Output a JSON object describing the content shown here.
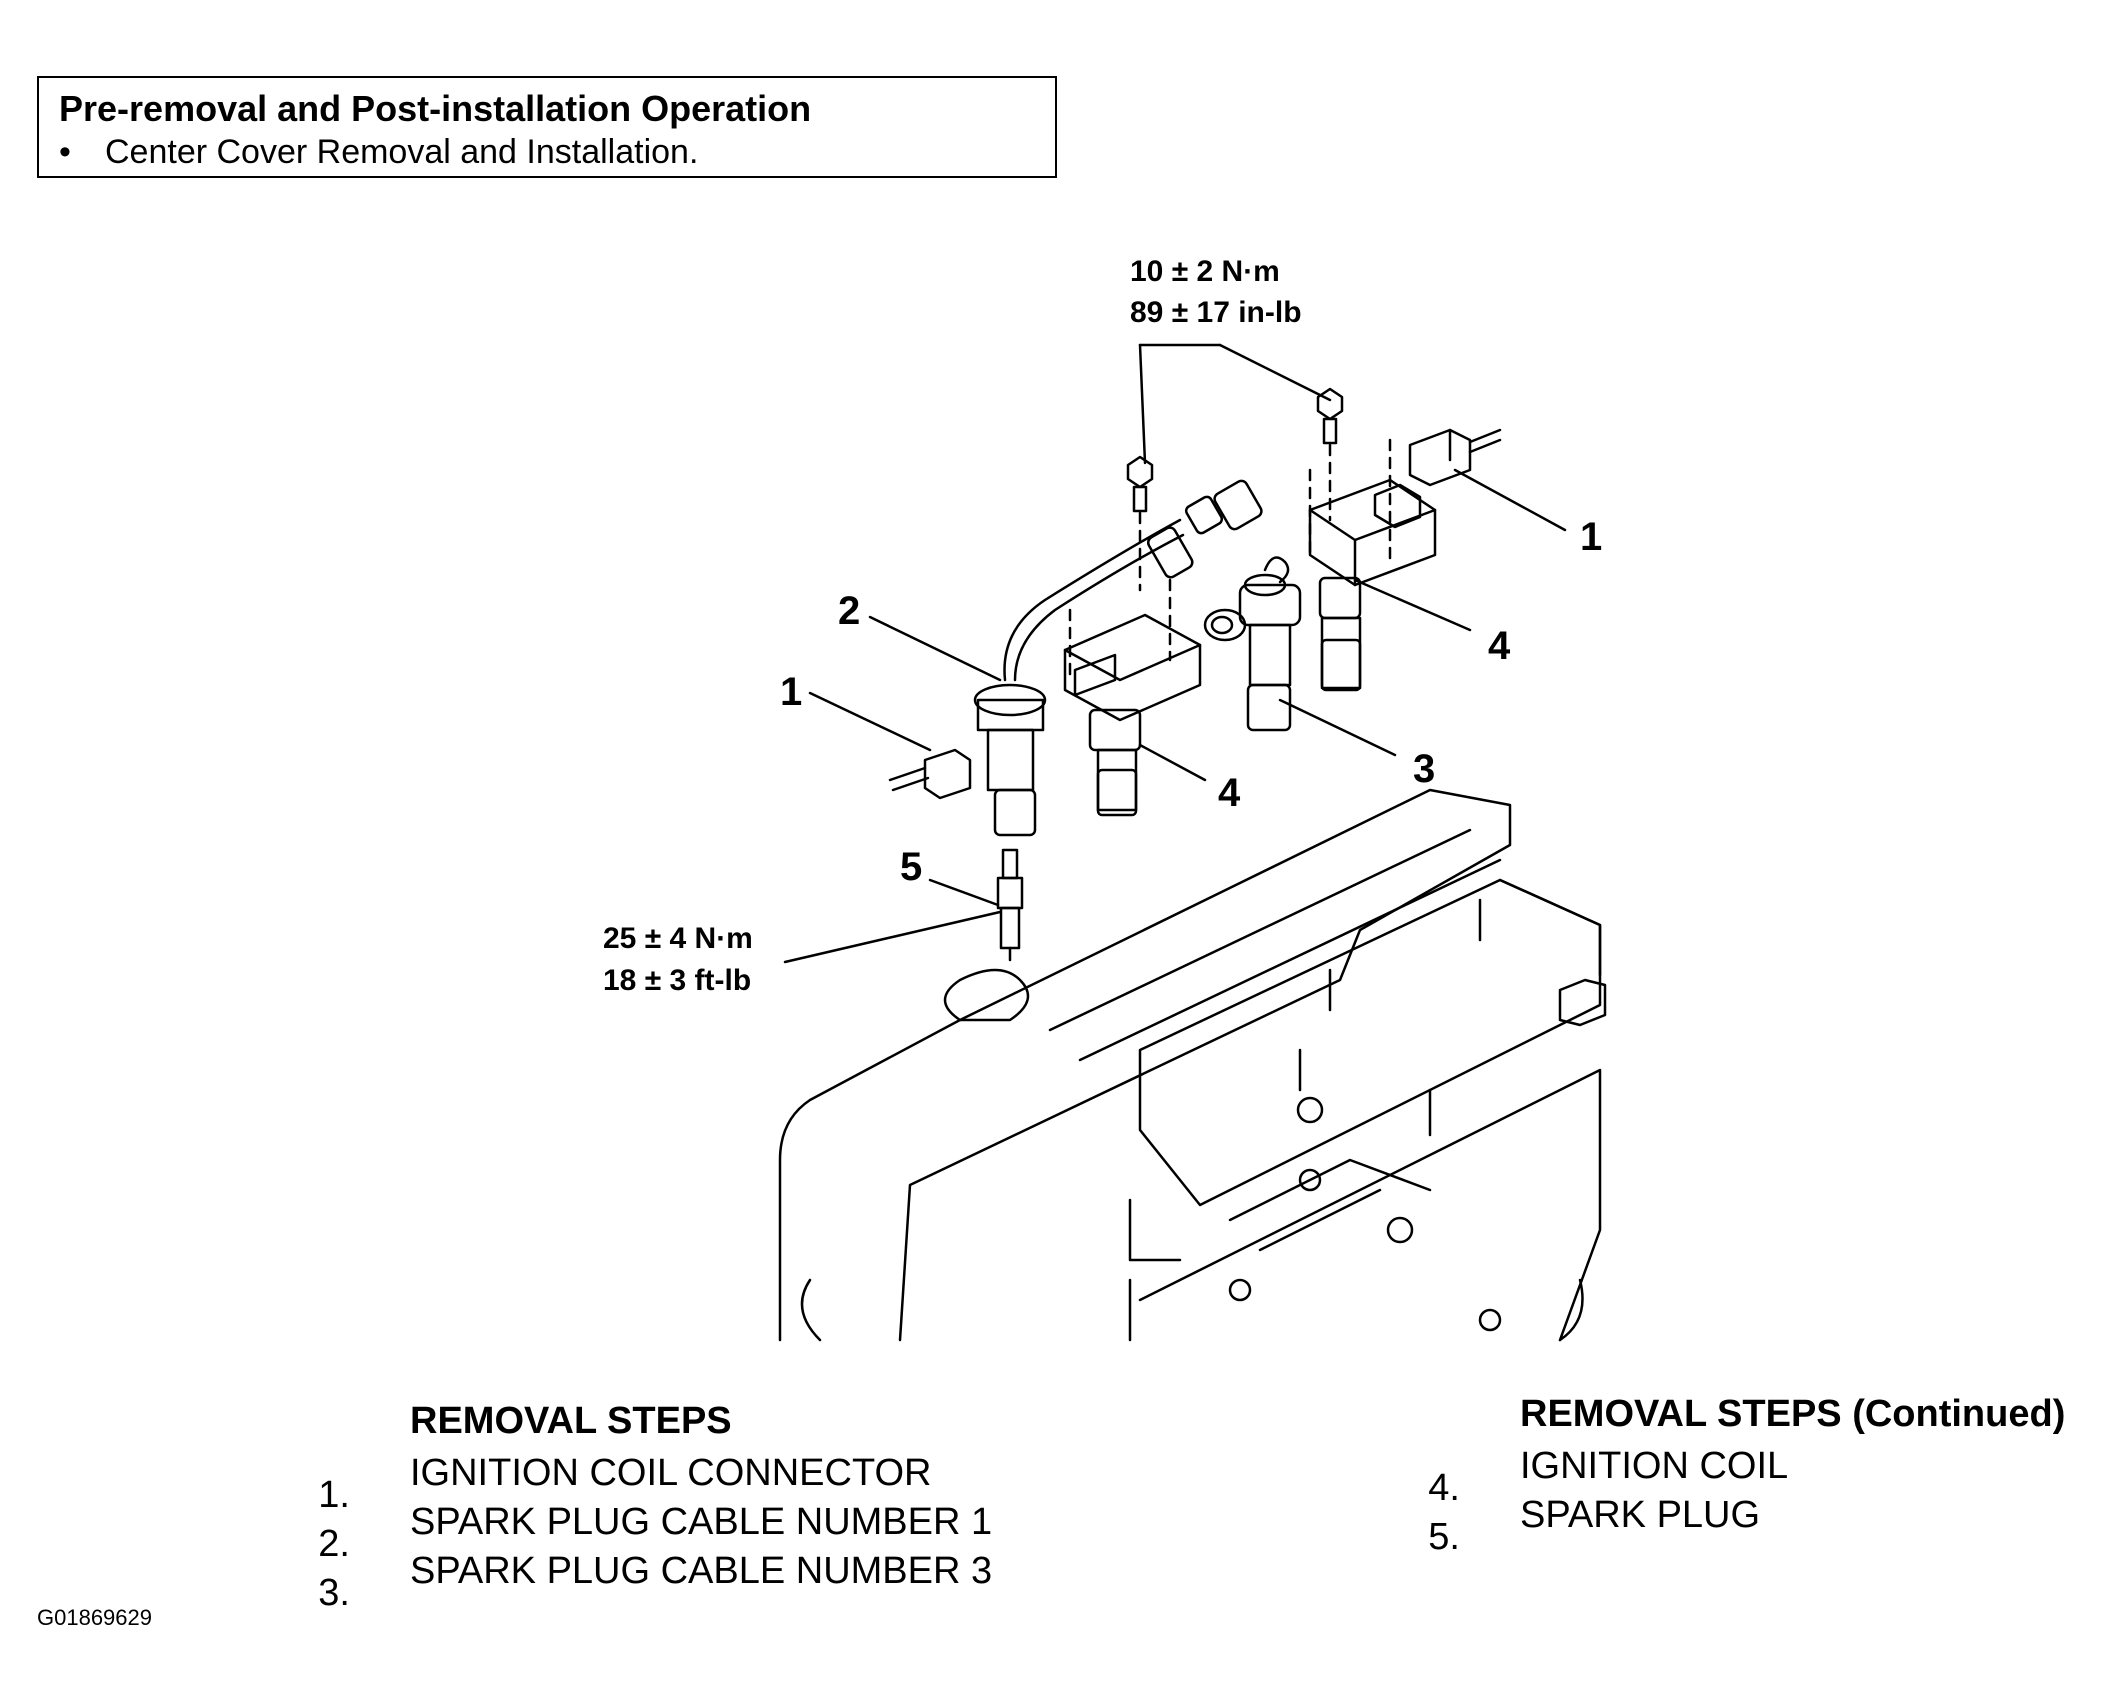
{
  "pre_operation": {
    "title": "Pre-removal and Post-installation Operation",
    "bullet": "•",
    "item": "Center Cover Removal and Installation."
  },
  "torque_upper": {
    "line1": "10 ± 2 N·m",
    "line2": "89 ± 17 in-lb"
  },
  "torque_lower": {
    "line1": "25 ± 4 N·m",
    "line2": "18 ± 3 ft-lb"
  },
  "callouts": {
    "c1_right": "1",
    "c1_left": "1",
    "c2": "2",
    "c3": "3",
    "c4_right": "4",
    "c4_left": "4",
    "c5": "5"
  },
  "removal_steps": {
    "heading": "REMOVAL STEPS",
    "steps": [
      {
        "num": "1.",
        "label": "IGNITION COIL CONNECTOR"
      },
      {
        "num": "2.",
        "label": "SPARK PLUG CABLE NUMBER 1"
      },
      {
        "num": "3.",
        "label": "SPARK PLUG CABLE NUMBER 3"
      }
    ]
  },
  "removal_steps_continued": {
    "heading": "REMOVAL STEPS (Continued)",
    "steps": [
      {
        "num": "4.",
        "label": "IGNITION COIL"
      },
      {
        "num": "5.",
        "label": "SPARK PLUG"
      }
    ]
  },
  "figure_id": "G01869629"
}
